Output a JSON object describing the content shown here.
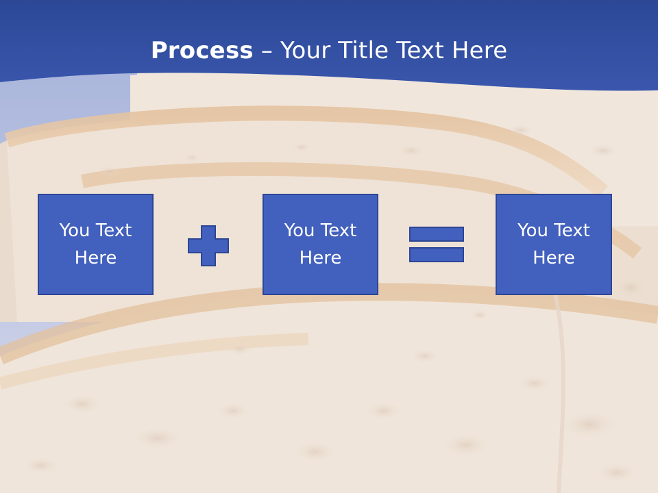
{
  "slide": {
    "title_bold": "Process",
    "title_rest": " – Your Title Text Here"
  },
  "boxes": [
    {
      "text": "You Text Here"
    },
    {
      "text": "You Text Here"
    },
    {
      "text": "You Text Here"
    }
  ],
  "operators": [
    "plus-icon",
    "equals-icon"
  ],
  "colors": {
    "header_blue": "#2f4d9c",
    "box_fill": "#4260bd",
    "box_border": "#2d4694",
    "text": "#ffffff"
  }
}
